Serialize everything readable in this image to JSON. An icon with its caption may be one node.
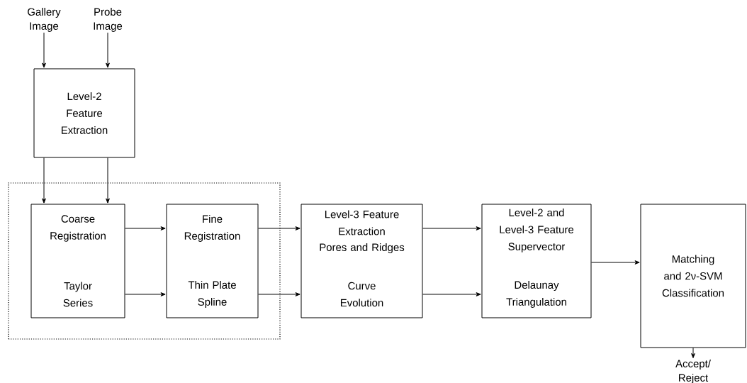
{
  "diagram": {
    "nodes": [
      {
        "text": [
          "Gallery Image"
        ]
      },
      {
        "text": [
          "Probe Image"
        ]
      },
      {
        "text": [
          "Level-2 Feature Extraction"
        ]
      },
      {
        "text": [],
        "shape": "box"
      },
      {
        "text": [
          "Coarse Registration",
          "Taylor Series"
        ],
        "in": 3
      },
      {
        "text": [
          "Fine Registration",
          "Thin Plate Spline"
        ],
        "in": 3
      },
      {
        "text": [
          "Level-3 Feature Extraction",
          "Pores and Ridges",
          "Curve Evolution"
        ]
      },
      {
        "text": [
          "Level-2 and Level-3 Feature Supervector",
          "Delaunay Triangulation"
        ]
      },
      {
        "text": [
          "Matching and 2ν-SVM Classification"
        ]
      },
      {
        "text": [
          "Accept/ Reject"
        ]
      }
    ],
    "edges": [
      {
        "from": 0,
        "to": 2,
        "arrow": "to"
      },
      {
        "from": 1,
        "to": 2,
        "arrow": "to"
      },
      {
        "from": 2,
        "to": 4,
        "arrow": "to"
      },
      {
        "from": 2,
        "to": 4,
        "arrow": "to"
      },
      {
        "from": 4,
        "to": 5,
        "arrow": "to"
      },
      {
        "from": 4,
        "to": 5,
        "arrow": "to"
      },
      {
        "from": 5,
        "to": 6,
        "arrow": "to"
      },
      {
        "from": 5,
        "to": 6,
        "arrow": "to"
      },
      {
        "from": 6,
        "to": 7,
        "arrow": "to"
      },
      {
        "from": 6,
        "to": 7,
        "arrow": "to"
      },
      {
        "from": 7,
        "to": 8,
        "arrow": "to"
      },
      {
        "from": 8,
        "to": 9,
        "arrow": "to"
      }
    ]
  }
}
